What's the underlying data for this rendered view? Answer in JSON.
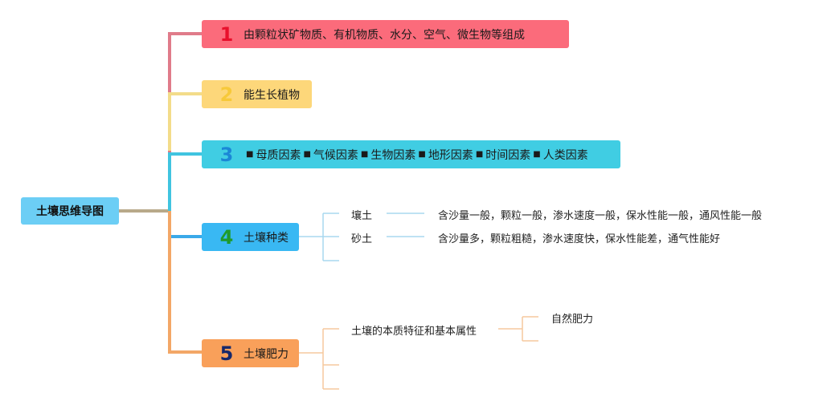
{
  "root": {
    "label": "土壤思维导图"
  },
  "branches": [
    {
      "num": "1",
      "num_color": "#e8102c",
      "label": "由颗粒状矿物质、有机物质、水分、空气、微生物等组成",
      "color": "#fb6b7b"
    },
    {
      "num": "2",
      "num_color": "#f7c93a",
      "label": "能生长植物",
      "color": "#fdd77a"
    },
    {
      "num": "3",
      "num_color": "#1b87d6",
      "items": [
        "母质因素",
        "气候因素",
        "生物因素",
        "地形因素",
        "时间因素",
        "人类因素"
      ],
      "separator": "■",
      "color": "#40cde3"
    },
    {
      "num": "4",
      "num_color": "#1f9a2c",
      "label": "土壤种类",
      "color": "#39b8f3"
    },
    {
      "num": "5",
      "num_color": "#16286b",
      "label": "土壤肥力",
      "color": "#f9a05a"
    }
  ],
  "soil_types": [
    {
      "name": "壤土",
      "desc": "含沙量一般，颗粒一般，渗水速度一般，保水性能一般，通风性能一般"
    },
    {
      "name": "砂土",
      "desc": "含沙量多，颗粒粗糙，渗水速度快，保水性能差，通气性能好"
    }
  ],
  "fertility": {
    "child": "土壤的本质特征和基本属性",
    "grandchild": "自然肥力"
  },
  "line_colors": {
    "b1": "#e07b8a",
    "b2": "#f3dc8a",
    "b3": "#40c4e0",
    "b4": "#3aa9e9",
    "b5": "#f3a767",
    "root": "#b8a98a",
    "soil": "#a9d8ef",
    "fert": "#f6c99d"
  }
}
